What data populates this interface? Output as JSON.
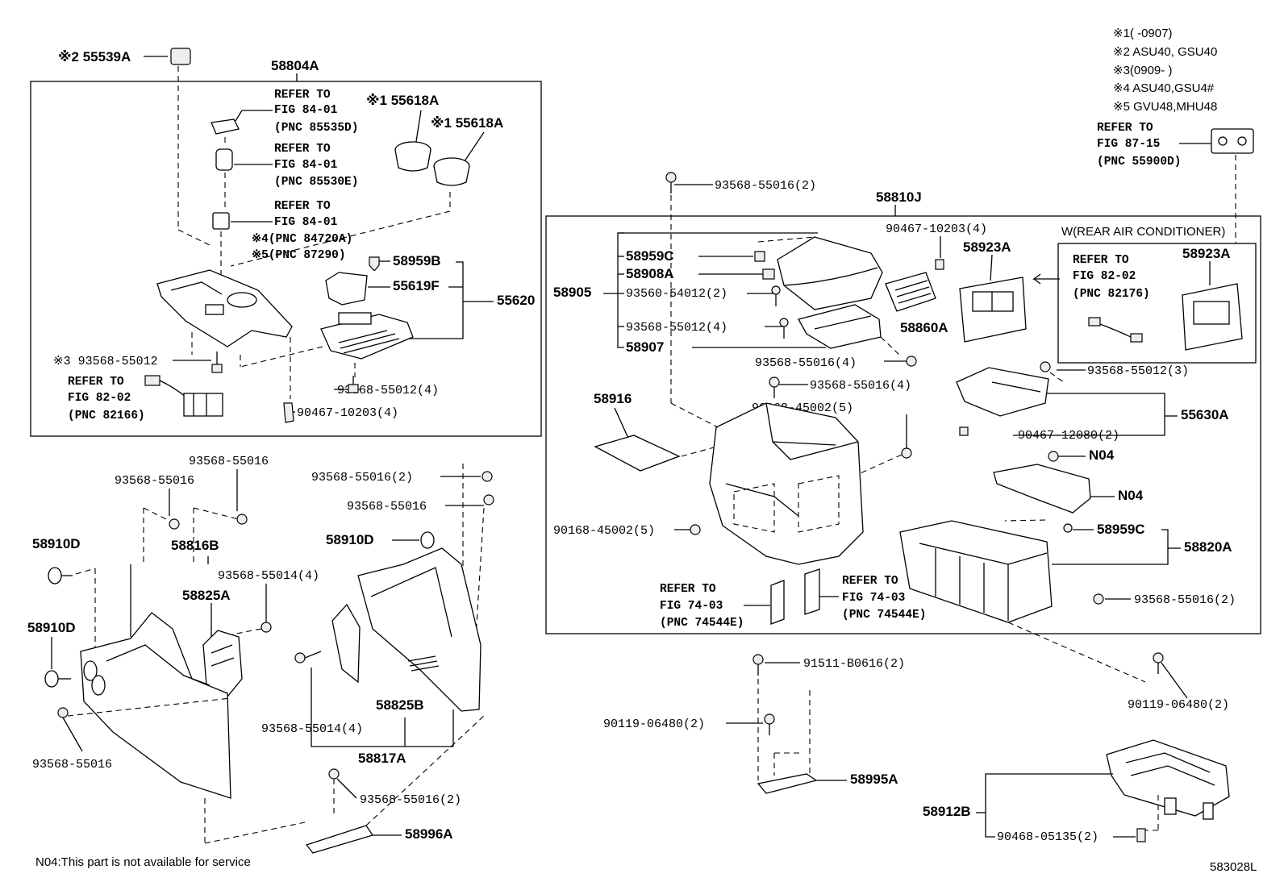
{
  "legend": {
    "l1": "※1(      -0907)",
    "l2": "※2 ASU40, GSU40",
    "l3": "※3(0909-      )",
    "l4": "※4 ASU40,GSU4#",
    "l5": "※5 GVU48,MHU48"
  },
  "footer": {
    "note": "N04:This part is not available for service",
    "code": "583028L"
  },
  "refs": {
    "r1a": "REFER TO",
    "r1b": "FIG 84-01",
    "r1c": "(PNC 85535D)",
    "r2a": "REFER TO",
    "r2b": "FIG 84-01",
    "r2c": "(PNC 85530E)",
    "r3a": "REFER TO",
    "r3b": "FIG 84-01",
    "r3c": "※4(PNC 84720A)",
    "r3d": "※5(PNC 87290)",
    "r4a": "REFER TO",
    "r4b": "FIG 82-02",
    "r4c": "(PNC 82166)",
    "r5a": "REFER TO",
    "r5b": "FIG 87-15",
    "r5c": "(PNC 55900D)",
    "r6a": "REFER TO",
    "r6b": "FIG 82-02",
    "r6c": "(PNC 82176)",
    "r7a": "REFER TO",
    "r7b": "FIG 74-03",
    "r7c": "(PNC 74544E)",
    "r8a": "REFER TO",
    "r8b": "FIG 74-03",
    "r8c": "(PNC 74544E)"
  },
  "rear_ac_title": "W(REAR AIR CONDITIONER)",
  "parts": {
    "p55539A": "※2 55539A",
    "p58804A": "58804A",
    "p55618A_1": "※1 55618A",
    "p55618A_2": "※1 55618A",
    "p58959B": "58959B",
    "p55619F": "55619F",
    "p55620": "55620",
    "p93568_55012_s3": "※3 93568-55012",
    "p93568_55012_4a": "93568-55012(4)",
    "p90467_10203_4a": "90467-10203(4)",
    "p93568_55016_2top": "93568-55016(2)",
    "p58810J": "58810J",
    "p90467_10203_4b": "90467-10203(4)",
    "p58923A_1": "58923A",
    "p58923A_2": "58923A",
    "p58959C_1": "58959C",
    "p58908A": "58908A",
    "p58905": "58905",
    "p93560_54012": "93560-54012(2)",
    "p93568_55012_4b": "93568-55012(4)",
    "p58907": "58907",
    "p58860A": "58860A",
    "p93568_55016_4a": "93568-55016(4)",
    "p93568_55016_4b": "93568-55016(4)",
    "p93568_55012_3": "93568-55012(3)",
    "p58916": "58916",
    "p90168_45002_a": "90168-45002(5)",
    "p90467_12080": "90467-12080(2)",
    "p55630A": "55630A",
    "pN04_1": "N04",
    "pN04_2": "N04",
    "p90168_45002_b": "90168-45002(5)",
    "p58959C_2": "58959C",
    "p58820A": "58820A",
    "p93568_55016_2r": "93568-55016(2)",
    "p93568_55016_a": "93568-55016",
    "p93568_55016_b": "93568-55016",
    "p93568_55016_2m": "93568-55016(2)",
    "p93568_55016_c": "93568-55016",
    "p58910D_1": "58910D",
    "p58816B": "58816B",
    "p93568_55014_4a": "93568-55014(4)",
    "p58825A": "58825A",
    "p58910D_2": "58910D",
    "p58910D_3": "58910D",
    "p93568_55016_d": "93568-55016",
    "p58825B": "58825B",
    "p93568_55014_4b": "93568-55014(4)",
    "p58817A": "58817A",
    "p93568_55016_2b": "93568-55016(2)",
    "p58996A": "58996A",
    "p91511": "91511-B0616(2)",
    "p90119_a": "90119-06480(2)",
    "p58995A": "58995A",
    "p90119_b": "90119-06480(2)",
    "p58912B": "58912B",
    "p90468": "90468-05135(2)"
  }
}
